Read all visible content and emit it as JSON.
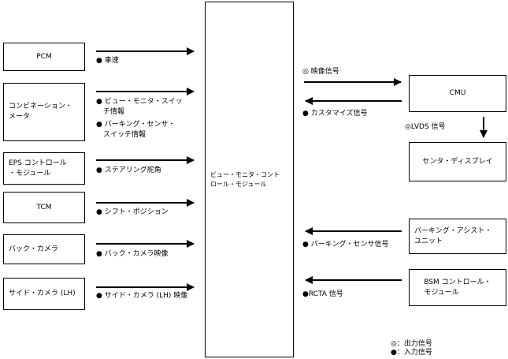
{
  "center": {
    "label": "ビュー・モニタ・コント\nロール・モジュール"
  },
  "left_boxes": [
    {
      "id": "pcm",
      "label": "PCM",
      "signal": "● 車速"
    },
    {
      "id": "combination-meter",
      "label": "コンビネーション・\nメータ",
      "signal": "● ビュー・モニタ・スイッ\n　チ情報"
    },
    {
      "id": "eps-control-module",
      "label": "EPS コントロール\n・モジュール",
      "signal": "● ステアリング舵角"
    },
    {
      "id": "tcm",
      "label": "TCM",
      "signal": "● シフト・ポジション"
    },
    {
      "id": "back-camera",
      "label": "バック・カメラ",
      "signal": "● バック・カメラ映像"
    },
    {
      "id": "side-camera-lh",
      "label": "サイド・カメラ (LH)",
      "signal": "● サイド・カメラ (LH) 映像"
    }
  ],
  "extra_signal": "● パーキング・センサ・\n　スイッチ情報",
  "right_boxes": {
    "cmu": "CMU",
    "center_display": "センタ・ディスプレイ",
    "parking_assist_unit": "パーキング・アシスト・\nユニット",
    "bsm_control_module": "BSM コントロール・\nモジュール"
  },
  "right_signals": {
    "video_signal": "◎ 映像信号",
    "customize_signal": "● カスタマイズ信号",
    "lvds_signal": "◎LVDS 信号",
    "parking_sensor_signal": "● パーキング・センサ信号",
    "rcta_signal": "●RCTA 信号"
  },
  "legend": {
    "output": "◎：出力信号",
    "input": "●：入力信号"
  }
}
